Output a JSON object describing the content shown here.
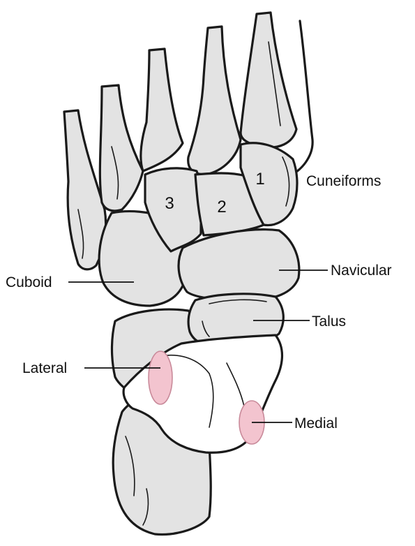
{
  "diagram": {
    "colors": {
      "bone_fill": "#e3e3e3",
      "bone_shadow": "#cfcfcf",
      "facet_fill": "#ffffff",
      "highlight_fill": "#f3c4cf",
      "highlight_stroke": "#c98a9a",
      "outline": "#1a1a1a"
    },
    "cuneiform_numbers": [
      "1",
      "2",
      "3"
    ],
    "labels": {
      "cuneiforms": "Cuneiforms",
      "navicular": "Navicular",
      "cuboid": "Cuboid",
      "talus": "Talus",
      "lateral": "Lateral",
      "medial": "Medial"
    }
  }
}
